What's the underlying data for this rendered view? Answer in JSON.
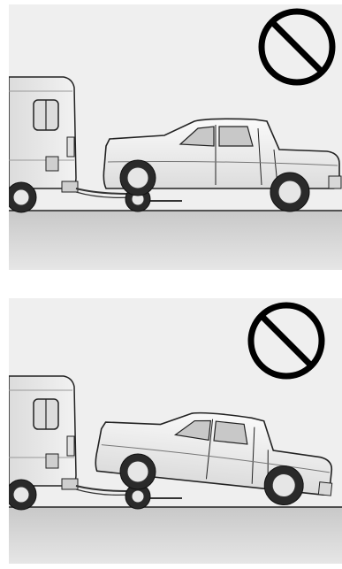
{
  "figure": {
    "panels": [
      {
        "id": "top",
        "truck_pose": "front-wheels-on-dolly-level",
        "prohibited": true
      },
      {
        "id": "bottom",
        "truck_pose": "front-wheels-on-dolly-nose-raised",
        "prohibited": true
      }
    ]
  },
  "colors": {
    "panel_bg": "#efefef",
    "ground_band": "#d2d2d2",
    "vehicle_fill": "#f4f4f4",
    "stroke": "#222222",
    "prohibition_sign": "#000000"
  },
  "icons": {
    "prohibition": "prohibition-sign-icon"
  }
}
